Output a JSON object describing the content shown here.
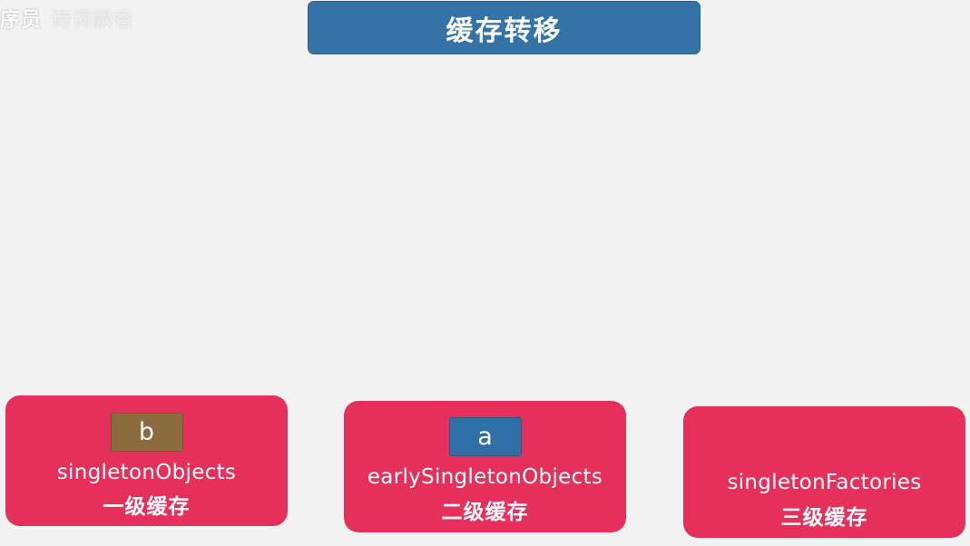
{
  "watermark": {
    "text": "序员",
    "faint_text": "诗词飘香"
  },
  "title": "缓存转移",
  "colors": {
    "background": "#f2f2f2",
    "title_bar": "#3572a6",
    "cache_box": "#e6305c",
    "bean_b": "#8b6b3d",
    "bean_a": "#2f6ea7"
  },
  "caches": [
    {
      "bean": "b",
      "bean_color": "brown",
      "name": "singletonObjects",
      "level": "一级缓存"
    },
    {
      "bean": "a",
      "bean_color": "blue",
      "name": "earlySingletonObjects",
      "level": "二级缓存"
    },
    {
      "bean": "",
      "name": "singletonFactories",
      "level": "三级缓存"
    }
  ]
}
